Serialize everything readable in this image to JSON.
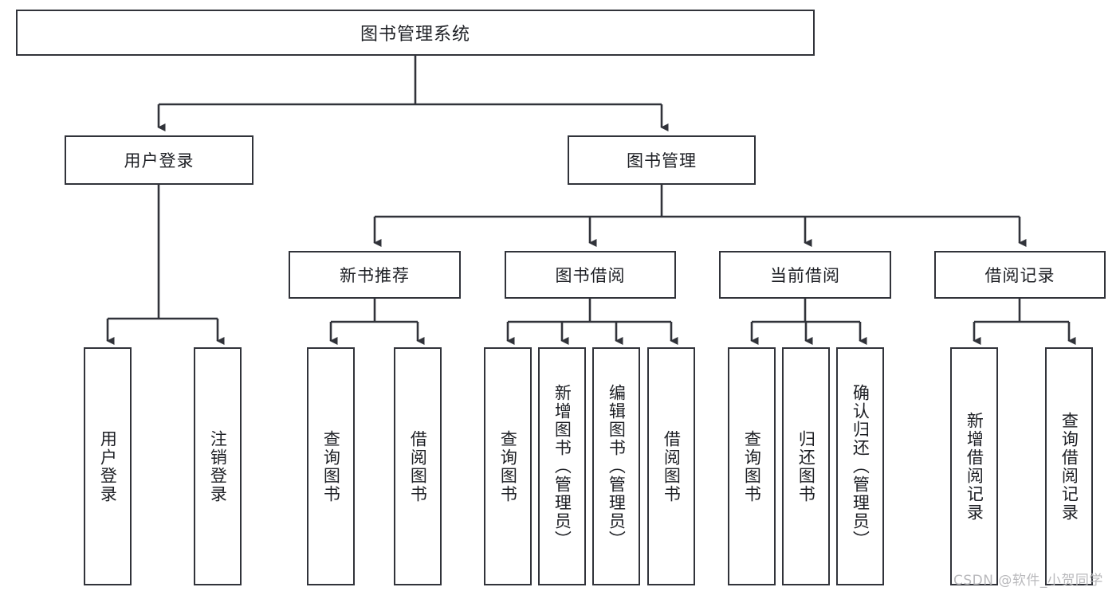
{
  "diagram": {
    "title": "图书管理系统",
    "type": "hierarchy-tree",
    "watermark": "CSDN @软件_小贺同学",
    "nodes": {
      "root": {
        "label": "图书管理系统",
        "level": 0
      },
      "user_login": {
        "label": "用户登录",
        "level": 1
      },
      "book_manage": {
        "label": "图书管理",
        "level": 1
      },
      "new_book_rec": {
        "label": "新书推荐",
        "level": 2
      },
      "book_borrow": {
        "label": "图书借阅",
        "level": 2
      },
      "current_borrow": {
        "label": "当前借阅",
        "level": 2
      },
      "borrow_record": {
        "label": "借阅记录",
        "level": 2
      },
      "leaf_user_login": {
        "label": "用户登录",
        "level": 3
      },
      "leaf_logout": {
        "label": "注销登录",
        "level": 3
      },
      "leaf_query_book_1": {
        "label": "查询图书",
        "level": 3
      },
      "leaf_borrow_book_1": {
        "label": "借阅图书",
        "level": 3
      },
      "leaf_query_book_2": {
        "label": "查询图书",
        "level": 3
      },
      "leaf_add_book": {
        "label": "新增图书（管理员）",
        "level": 3
      },
      "leaf_edit_book": {
        "label": "编辑图书（管理员）",
        "level": 3
      },
      "leaf_borrow_book_2": {
        "label": "借阅图书",
        "level": 3
      },
      "leaf_query_book_3": {
        "label": "查询图书",
        "level": 3
      },
      "leaf_return_book": {
        "label": "归还图书",
        "level": 3
      },
      "leaf_confirm_return": {
        "label": "确认归还（管理员）",
        "level": 3
      },
      "leaf_add_record": {
        "label": "新增借阅记录",
        "level": 3
      },
      "leaf_query_record": {
        "label": "查询借阅记录",
        "level": 3
      }
    },
    "colors": {
      "border": "#31333a",
      "text": "#1d1f24",
      "background": "#ffffff",
      "watermark": "#b9b9bc"
    }
  }
}
